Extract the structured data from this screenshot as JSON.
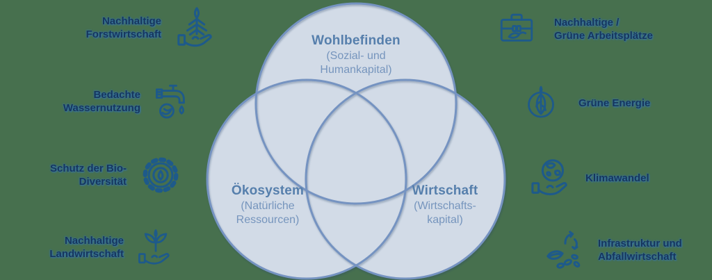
{
  "colors": {
    "background": "#47704E",
    "circle_fill": "#D2DBE7",
    "circle_stroke": "#7593C1",
    "venn_title": "#567FAC",
    "venn_subtitle": "#7695BD",
    "side_label": "#16365C",
    "side_label_glow": "#3576B5",
    "icon_blue": "#1E5A8A"
  },
  "venn": {
    "circles": [
      {
        "id": "wellbeing",
        "title": "Wohlbefinden",
        "subtitle": "(Sozial- und\nHumankapital)"
      },
      {
        "id": "ecosystem",
        "title": "Ökosystem",
        "subtitle": "(Natürliche\nRessourcen)"
      },
      {
        "id": "economy",
        "title": "Wirtschaft",
        "subtitle": "(Wirtschafts-\nkapital)"
      }
    ]
  },
  "left_items": [
    {
      "label": "Nachhaltige\nForstwirtschaft",
      "icon": "tree-in-hand-icon"
    },
    {
      "label": "Bedachte\nWassernutzung",
      "icon": "faucet-leaf-icon"
    },
    {
      "label": "Schutz der Bio-\nDiversität",
      "icon": "gear-leaf-icon"
    },
    {
      "label": "Nachhaltige\nLandwirtschaft",
      "icon": "sprout-in-hand-icon"
    }
  ],
  "right_items": [
    {
      "label": "Nachhaltige /\nGrüne Arbeitsplätze",
      "icon": "briefcase-leaf-icon"
    },
    {
      "label": "Grüne Energie",
      "icon": "leaf-circle-icon"
    },
    {
      "label": "Klimawandel",
      "icon": "globe-in-hand-icon"
    },
    {
      "label": "Infrastruktur und\nAbfallwirtschaft",
      "icon": "waste-management-icon"
    }
  ]
}
